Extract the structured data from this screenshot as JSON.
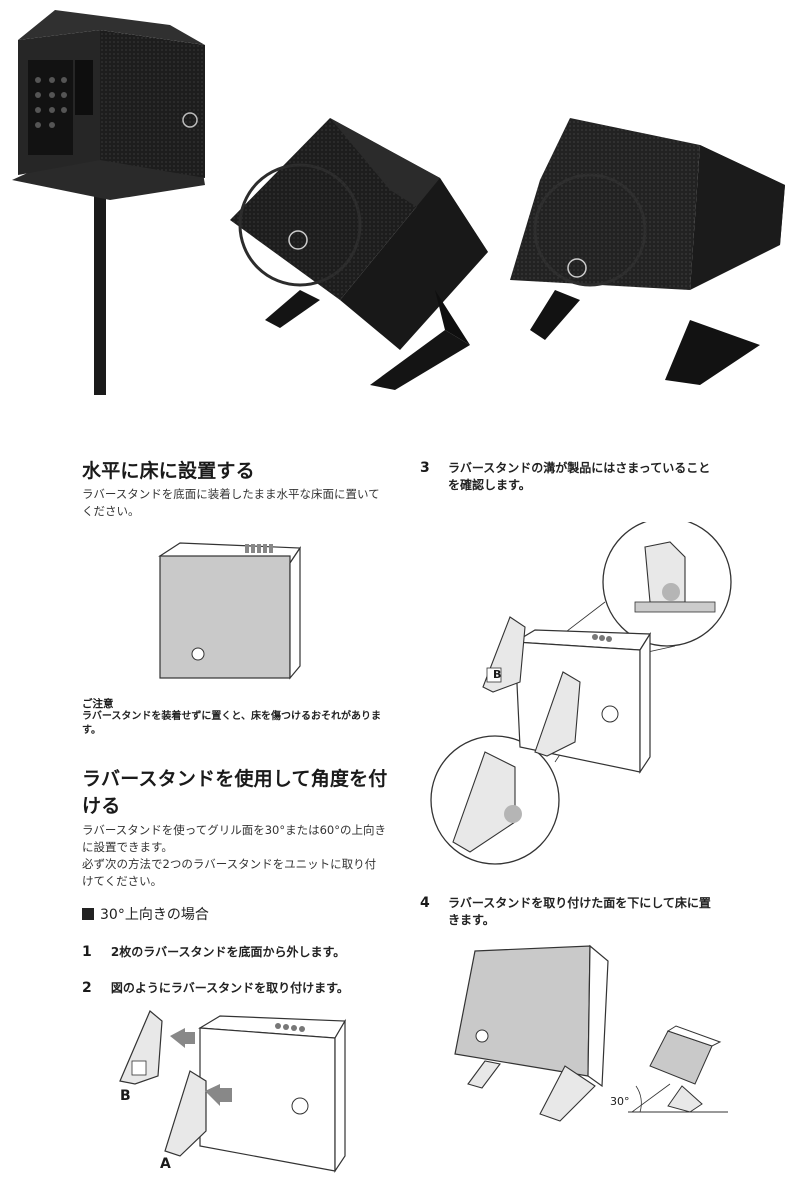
{
  "section_level": {
    "title": "水平に床に設置する",
    "body": "ラバースタンドを底面に装着したまま水平な床面に置いてください。"
  },
  "caution": {
    "title": "ご注意",
    "body": "ラバースタンドを装着せずに置くと、床を傷つけるおそれがあります。"
  },
  "section_angle": {
    "title": "ラバースタンドを使用して角度を付ける",
    "body1": "ラバースタンドを使ってグリル面を30°または60°の上向きに設置できます。",
    "body2": "必ず次の方法で2つのラバースタンドをユニットに取り付けてください。",
    "subheading": "30°上向きの場合"
  },
  "steps": [
    {
      "num": "1",
      "text": "2枚のラバースタンドを底面から外します。"
    },
    {
      "num": "2",
      "text": "図のようにラバースタンドを取り付けます。"
    },
    {
      "num": "3",
      "text": "ラバースタンドの溝が製品にはさまっていることを確認します。"
    },
    {
      "num": "4",
      "text": "ラバースタンドを取り付けた面を下にして床に置きます。"
    }
  ],
  "figure_labels": {
    "stand_b": "B",
    "stand_a": "A",
    "small_b": "B",
    "angle": "30°"
  },
  "colors": {
    "speaker_body": "#1c1c1c",
    "grille_shade": "#c9c9c9",
    "line_art": "#333333"
  }
}
